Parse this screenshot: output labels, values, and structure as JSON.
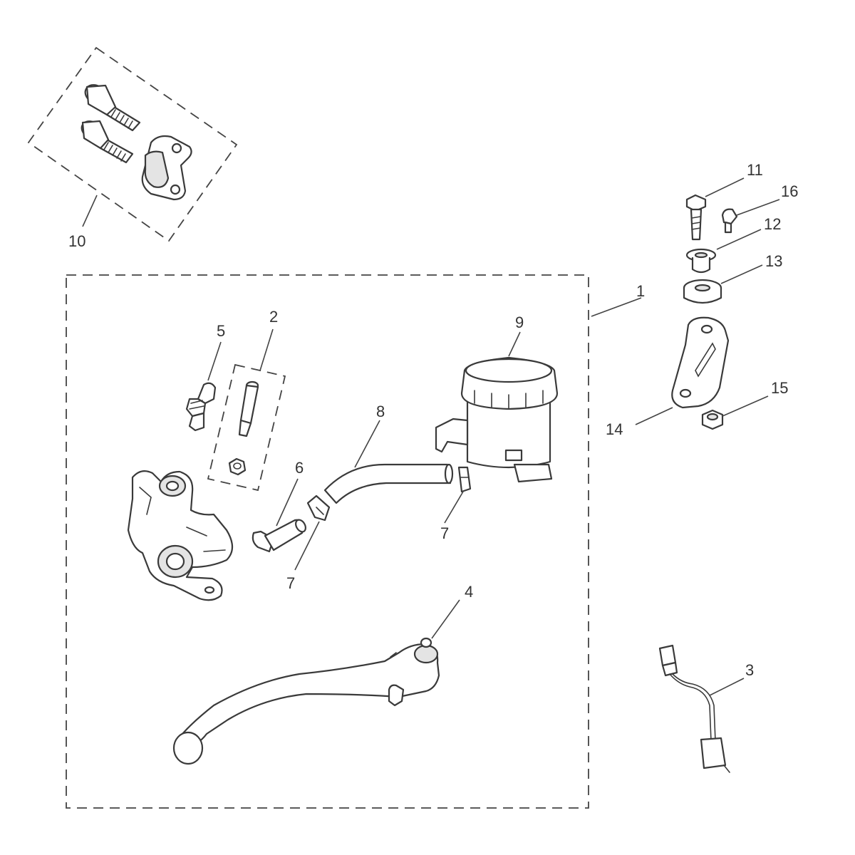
{
  "callouts": {
    "c1": "1",
    "c2": "2",
    "c3": "3",
    "c4": "4",
    "c5": "5",
    "c6": "6",
    "c7a": "7",
    "c7b": "7",
    "c8": "8",
    "c9": "9",
    "c10": "10",
    "c11": "11",
    "c12": "12",
    "c13": "13",
    "c14": "14",
    "c15": "15",
    "c16": "16"
  },
  "colors": {
    "line": "#3a3a3a",
    "shade": "#e4e4e4",
    "background": "#ffffff"
  }
}
